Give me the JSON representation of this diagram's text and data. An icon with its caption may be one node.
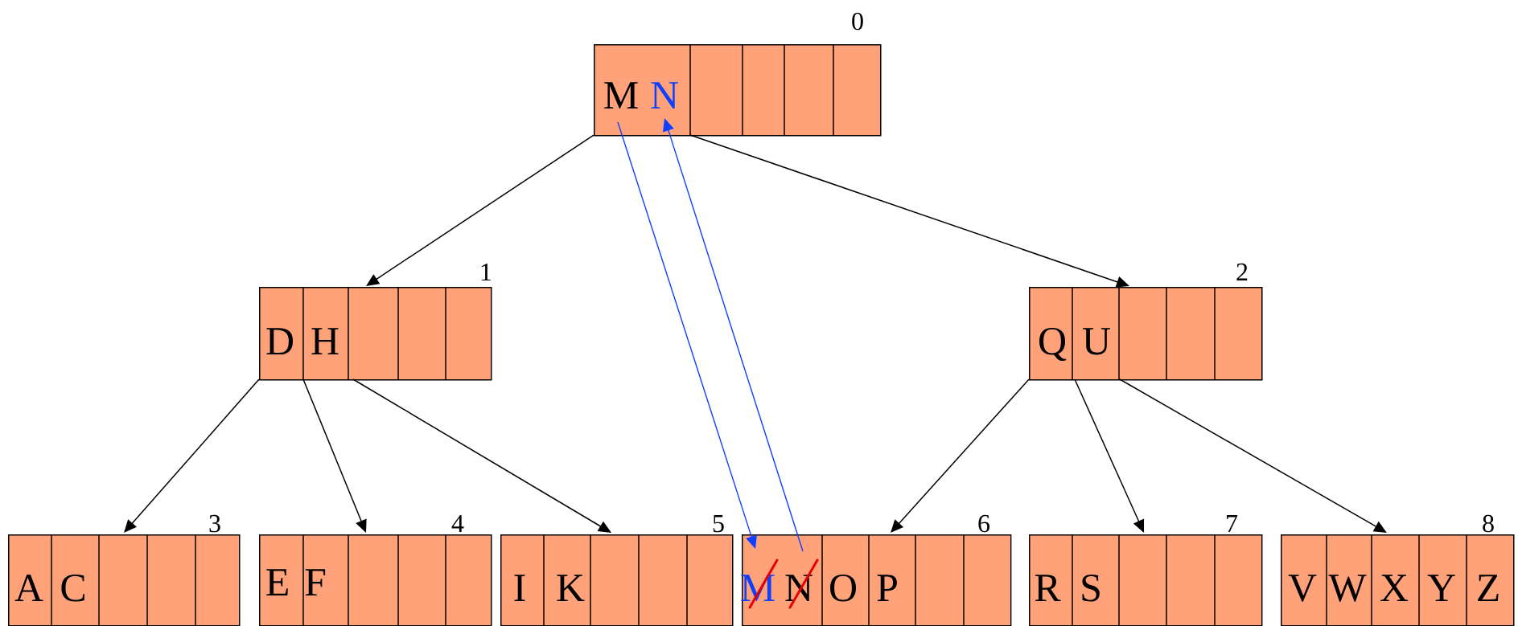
{
  "diagram": {
    "nodes": [
      {
        "text": [
          "M",
          "N"
        ],
        "beside": [
          "0"
        ]
      },
      {
        "text": [
          "D",
          "H"
        ],
        "beside": [
          "1"
        ]
      },
      {
        "text": [
          "Q",
          "U"
        ],
        "beside": [
          "2"
        ]
      },
      {
        "text": [
          "A",
          "C"
        ],
        "beside": [
          "3"
        ]
      },
      {
        "text": [
          "E",
          "F"
        ],
        "beside": [
          "4"
        ]
      },
      {
        "text": [
          "I",
          "K"
        ],
        "beside": [
          "5"
        ]
      },
      {
        "text": [
          "M",
          "N",
          "O",
          "P"
        ],
        "beside": [
          "6"
        ]
      },
      {
        "text": [
          "R",
          "S"
        ],
        "beside": [
          "7"
        ]
      },
      {
        "text": [
          "V",
          "W",
          "X",
          "Y",
          "Z"
        ],
        "beside": [
          "8"
        ]
      }
    ],
    "edges": [
      {
        "from": 0,
        "to": 1,
        "arrow": "to"
      },
      {
        "from": 0,
        "to": 2,
        "arrow": "to"
      },
      {
        "from": 1,
        "to": 3,
        "arrow": "to"
      },
      {
        "from": 1,
        "to": 4,
        "arrow": "to"
      },
      {
        "from": 1,
        "to": 5,
        "arrow": "to"
      },
      {
        "from": 2,
        "to": 6,
        "arrow": "to"
      },
      {
        "from": 2,
        "to": 7,
        "arrow": "to"
      },
      {
        "from": 2,
        "to": 8,
        "arrow": "to"
      },
      {
        "from": 0,
        "to": 6,
        "arrow": "to",
        "color": "#1040ff"
      },
      {
        "from": 6,
        "to": 0,
        "arrow": "to",
        "color": "#1040ff"
      }
    ]
  }
}
